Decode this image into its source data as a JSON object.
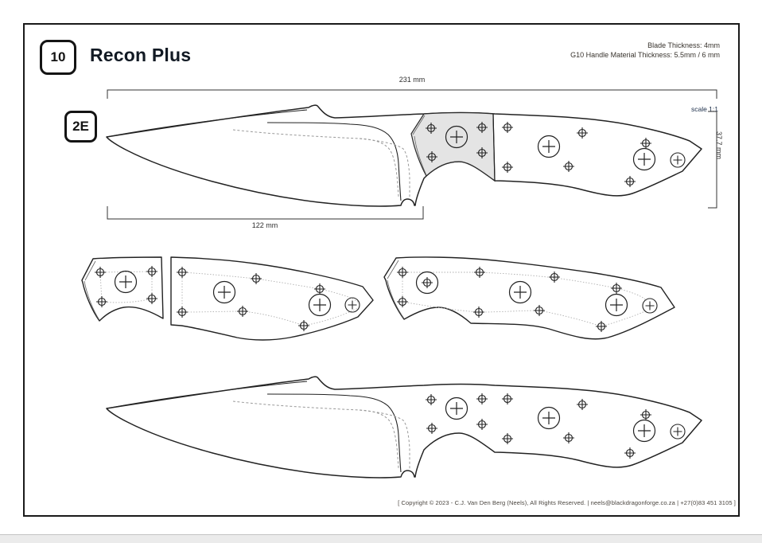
{
  "header": {
    "page_number": "10",
    "title": "Recon Plus",
    "variant": "2E"
  },
  "specs": {
    "blade": "Blade Thickness: 4mm",
    "handle": "G10 Handle Material Thickness: 5.5mm / 6 mm"
  },
  "dimensions": {
    "overall_length": "231 mm",
    "blade_length": "122 mm",
    "height": "37.7 mm"
  },
  "notes": {
    "scale": "scale 1:1"
  },
  "footer": {
    "copyright": "[ Copyright © 2023 - C.J. Van Den Berg (Neels), All Rights Reserved.  |  neels@blackdragonforge.co.za  | +27(0)83 451 3105 ]"
  },
  "colors": {
    "line": "#222222",
    "bolster_fill": "#e4e4e4",
    "dashed_grind_line": "#999999",
    "dotted_layout_line": "#b0b0b0",
    "scale_text": "#1c2e4a"
  },
  "drawing": {
    "views": [
      "full-knife-with-handle-scales",
      "bolster-template",
      "handle-scale-template",
      "one-piece-scale-template",
      "bare-tang-knife-blank"
    ]
  }
}
